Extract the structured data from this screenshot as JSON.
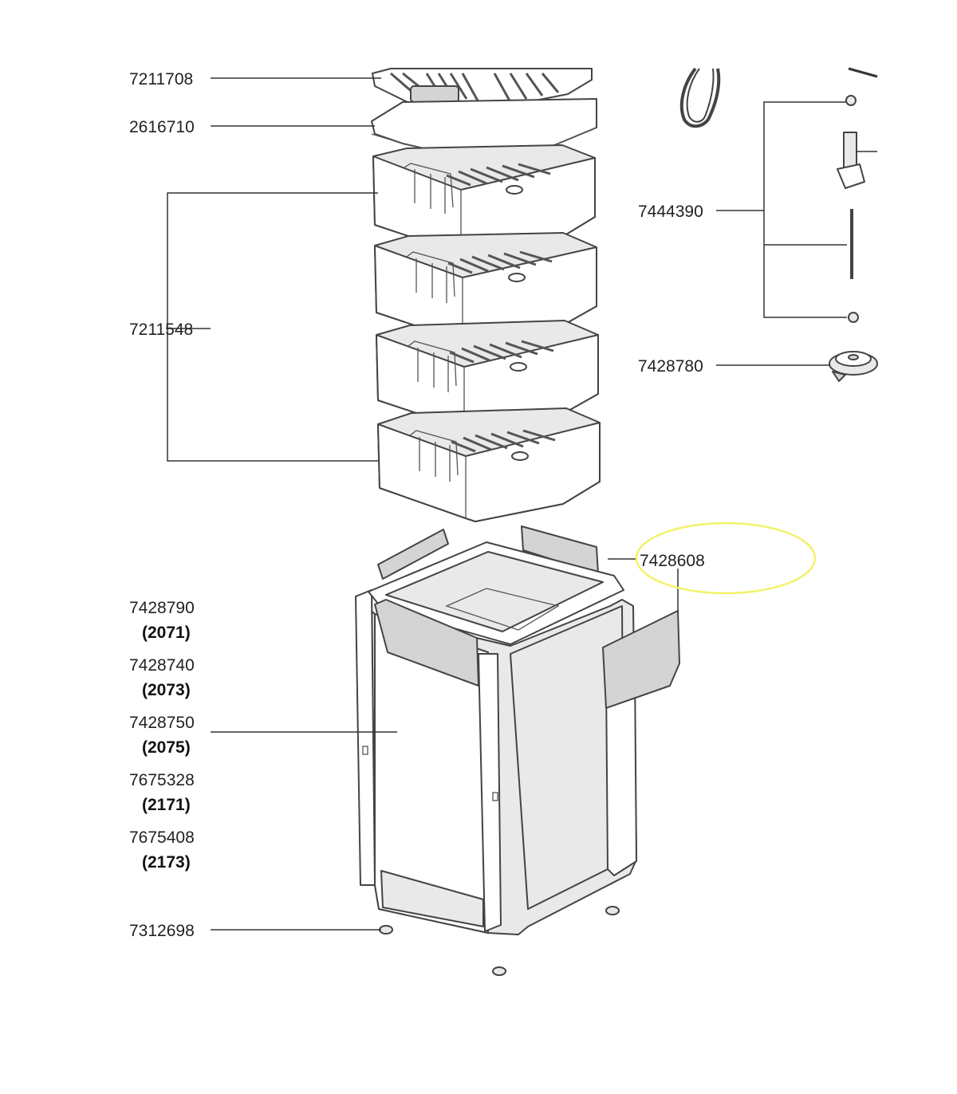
{
  "labels": {
    "lid_grid": "7211708",
    "lid_plate": "2616710",
    "baskets": "7211548",
    "impeller_set": "7444390",
    "impeller_cover": "7428780",
    "canister_clips": "7428608",
    "canister_1_code": "7428790",
    "canister_1_model": "(2071)",
    "canister_2_code": "7428740",
    "canister_2_model": "(2073)",
    "canister_3_code": "7428750",
    "canister_3_model": "(2075)",
    "canister_4_code": "7675328",
    "canister_4_model": "(2171)",
    "canister_5_code": "7675408",
    "canister_5_model": "(2173)",
    "feet": "7312698"
  },
  "colors": {
    "highlight": "#f2f26a"
  }
}
